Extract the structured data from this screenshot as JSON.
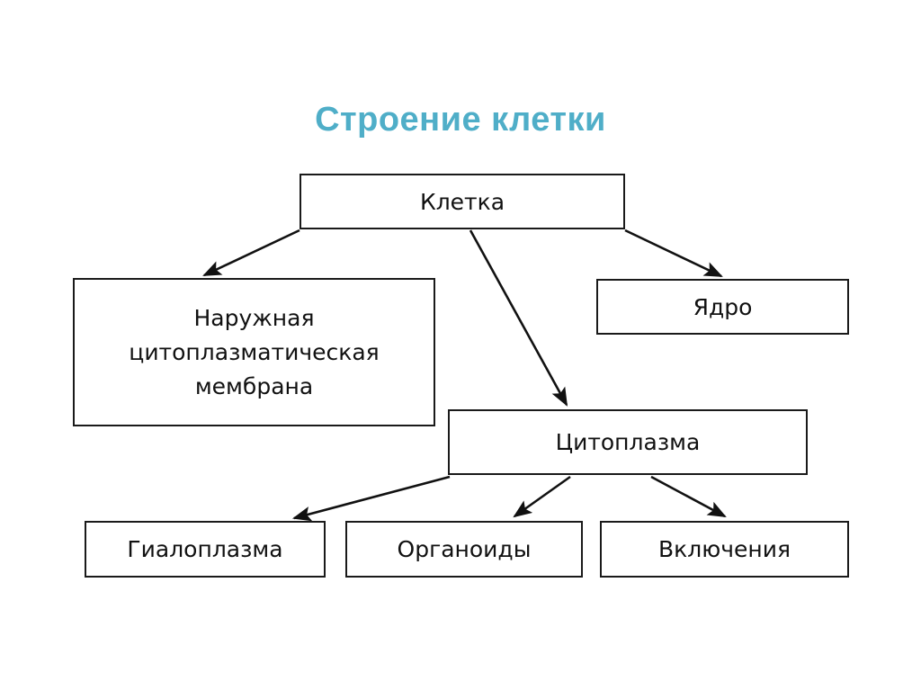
{
  "diagram": {
    "title": "Строение клетки",
    "title_color": "#4FAEC8",
    "background_color": "#FFFFFF",
    "node_border_color": "#1A1A1A",
    "text_color": "#111111",
    "type": "tree-hierarchy",
    "nodes": [
      {
        "id": "cell",
        "label": "Клетка"
      },
      {
        "id": "membrane",
        "label": "Наружная\nцитоплазматическая\nмембрана"
      },
      {
        "id": "nucleus",
        "label": "Ядро"
      },
      {
        "id": "cytoplasm",
        "label": "Цитоплазма"
      },
      {
        "id": "hyaloplasm",
        "label": "Гиалоплазма"
      },
      {
        "id": "organoids",
        "label": "Органоиды"
      },
      {
        "id": "inclusions",
        "label": "Включения"
      }
    ],
    "edges": [
      {
        "from": "cell",
        "to": "membrane"
      },
      {
        "from": "cell",
        "to": "cytoplasm"
      },
      {
        "from": "cell",
        "to": "nucleus"
      },
      {
        "from": "cytoplasm",
        "to": "hyaloplasm"
      },
      {
        "from": "cytoplasm",
        "to": "organoids"
      },
      {
        "from": "cytoplasm",
        "to": "inclusions"
      }
    ]
  }
}
